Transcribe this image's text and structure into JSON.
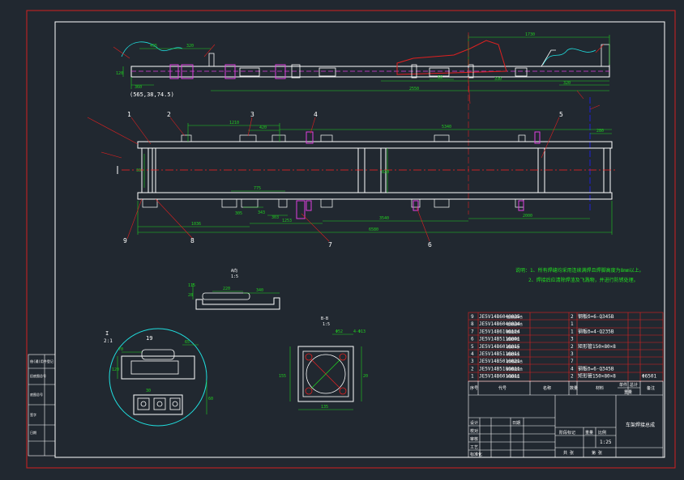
{
  "colors": {
    "background": "#212830",
    "outer_border": "#d42020",
    "frame": "#ffffff",
    "dimension": "#20d020",
    "leader": "#e02020",
    "center_line": "#ff2020",
    "axis_line": "#2020ff",
    "magenta": "#e040e0",
    "cyan": "#20e0e0",
    "yellow": "#e8e020",
    "notes": "#20e020"
  },
  "top_view": {
    "dim_overall_right": "1730",
    "dim_top_left_1": "435",
    "dim_top_left_2": "320",
    "dim_left_vertical": "120",
    "dim_left_bottom": "360",
    "dim_mid_right": "2550",
    "dim_right_a": "320",
    "dim_right_b": "330",
    "paren_values": "(565,38,74.5)",
    "mid_dim": "60"
  },
  "plan_view": {
    "balloons": [
      "1",
      "2",
      "3",
      "4",
      "5",
      "6",
      "7",
      "8",
      "9"
    ],
    "dim_top_1": "1210",
    "dim_top_2": "420",
    "dim_top_3": "5340",
    "dim_top_right": "280",
    "dim_mid_775": "775",
    "dim_bottom_1": "1036",
    "dim_bottom_2": "1253",
    "dim_bottom_3": "3540",
    "dim_bottom_4": "2000",
    "dim_bottom_overall": "6580",
    "dim_small_305": "305",
    "dim_small_343": "343",
    "dim_small_303": "303",
    "dim_height_left": "820",
    "dim_height_mid": "820",
    "dim_left_a": "33"
  },
  "notes": {
    "line1": "说明：1、所有焊缝均采用连续满焊且焊脚高度为8mm以上。",
    "line2": "2、焊接后应清除焊渣及飞溅物，并进行防锈处理。"
  },
  "detail_section": {
    "label_a": "A向",
    "label_b": "1:5",
    "dim_1": "220",
    "dim_2": "340",
    "dim_3": "115",
    "dim_4": "28"
  },
  "detail_19": {
    "balloon": "19",
    "scale_label": "I",
    "scale": "2:1",
    "dim_a": "70",
    "dim_b": "120",
    "dim_c": "65",
    "dim_d": "30",
    "dim_e": "60"
  },
  "detail_bb": {
    "label": "B-B",
    "scale": "1:5",
    "dim_top": "4-Φ13",
    "dim_1": "Φ52",
    "dim_2": "135",
    "dim_3": "155",
    "dim_4": "20"
  },
  "parts_list": [
    {
      "no": "9",
      "code": "JE5V14B6040035",
      "name": "连接板焊合",
      "qty": "2",
      "mat": "钢板δ=6-Q345B",
      "note": ""
    },
    {
      "no": "8",
      "code": "JE5V14B6040034",
      "name": "连接板焊合",
      "qty": "1",
      "mat": "",
      "note": ""
    },
    {
      "no": "7",
      "code": "JE5V14B6100124",
      "name": "横梁焊合",
      "qty": "1",
      "mat": "钢板δ=4-Q235B",
      "note": ""
    },
    {
      "no": "6",
      "code": "JE5V14B5110001",
      "name": "横梁焊合",
      "qty": "3",
      "mat": "",
      "note": ""
    },
    {
      "no": "5",
      "code": "JE5V14B6010015",
      "name": "横梁焊合",
      "qty": "2",
      "mat": "矩形管150×80×8",
      "note": ""
    },
    {
      "no": "4",
      "code": "JE5V14B5110011",
      "name": "横梁焊合",
      "qty": "3",
      "mat": "",
      "note": ""
    },
    {
      "no": "3",
      "code": "JE5V14B5010021",
      "name": "前横梁焊合",
      "qty": "7",
      "mat": "",
      "note": ""
    },
    {
      "no": "2",
      "code": "JE5V14B5180011",
      "name": "前横梁焊合",
      "qty": "4",
      "mat": "钢板δ=6-Q345B",
      "note": ""
    },
    {
      "no": "1",
      "code": "JE5V14B6010011",
      "name": "纵梁焊合",
      "qty": "2",
      "mat": "矩形管150×80×8",
      "note": "Φ6501"
    }
  ],
  "title_block": {
    "header_no": "序号",
    "header_code": "代号",
    "header_name": "名称",
    "header_qty": "数量",
    "header_mat": "材料",
    "header_weight": "单件",
    "header_total": "总计",
    "header_note": "备注",
    "weight_label": "重量",
    "drawing_title": "车架焊接总成",
    "stage": "阶段标记",
    "weight": "重量",
    "ratio": "比例",
    "scale_value": "1:25",
    "sheet": "共 张",
    "sheet2": "第 张",
    "designer": "设计",
    "checker": "校对",
    "approve": "审核",
    "process": "工艺",
    "standard": "标准化",
    "date": "日期"
  },
  "left_margin_labels": [
    "借(通)用件登记",
    "旧底图总号",
    "底图总号",
    "签字",
    "日期"
  ]
}
